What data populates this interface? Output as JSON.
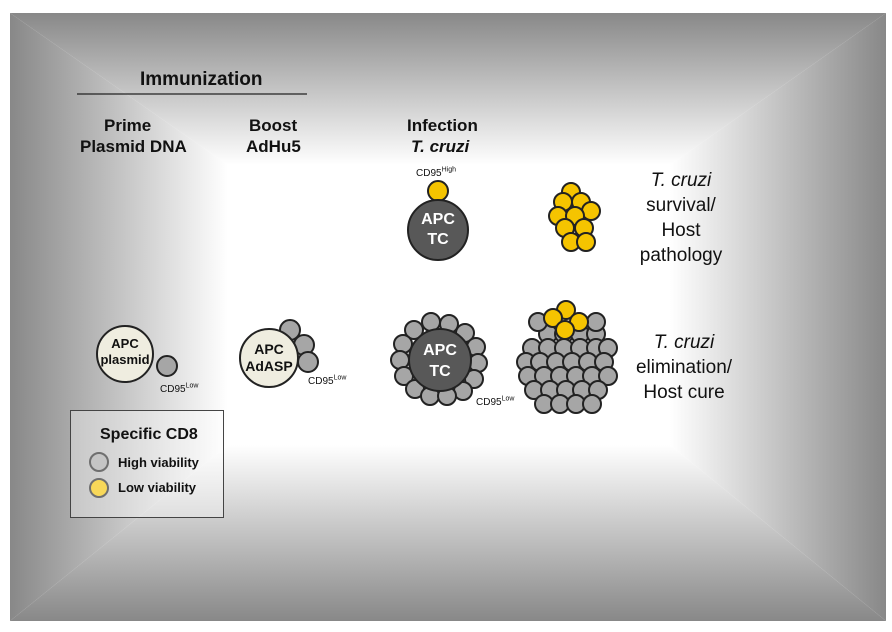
{
  "header": {
    "immunization": "Immunization",
    "prime_line1": "Prime",
    "prime_line2": "Plasmid DNA",
    "boost_line1": "Boost",
    "boost_line2": "AdHu5",
    "infection_line1": "Infection",
    "infection_line2": "T. cruzi"
  },
  "cells": {
    "apc": "APC",
    "plasmid": "plasmid",
    "adasp": "AdASP",
    "tc": "TC",
    "cd95": "CD95",
    "high": "High",
    "low": "Low"
  },
  "outcomes": {
    "survival_italic": "T. cruzi",
    "survival_line2": "survival/",
    "survival_line3": "Host",
    "survival_line4": "pathology",
    "elimination_italic": "T. cruzi",
    "elimination_line2": "elimination/",
    "elimination_line3": "Host cure"
  },
  "legend": {
    "title": "Specific CD8",
    "high_viability": "High viability",
    "low_viability": "Low viability"
  },
  "colors": {
    "gray_cell": "#a6a6a6",
    "yellow_cell": "#f5c400",
    "dark_apc": "#585858",
    "light_apc": "#efede0"
  }
}
